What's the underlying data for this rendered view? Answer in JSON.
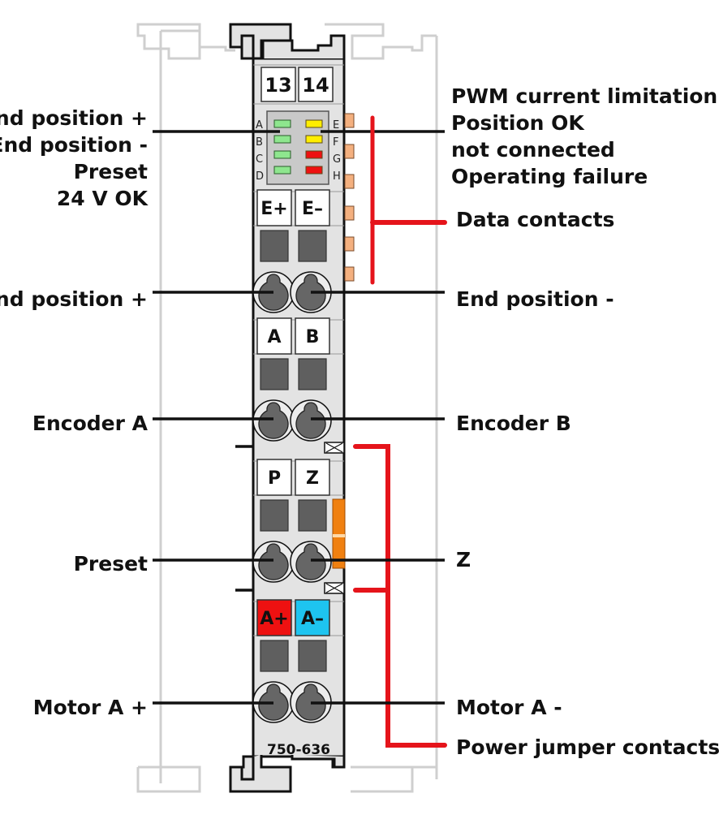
{
  "module": {
    "part_number": "750-636",
    "top_numbers": [
      "13",
      "14"
    ],
    "led_letters_left": [
      "A",
      "B",
      "C",
      "D"
    ],
    "led_letters_right": [
      "E",
      "F",
      "G",
      "H"
    ],
    "led_colors_left": [
      "#8ee68e",
      "#8ee68e",
      "#8ee68e",
      "#8ee68e"
    ],
    "led_colors_right": [
      "#ffee00",
      "#ffee00",
      "#ee1111",
      "#ee1111"
    ],
    "terminals": [
      {
        "left_tag": "E+",
        "right_tag": "E–",
        "left_color": "#ffffff",
        "right_color": "#ffffff"
      },
      {
        "left_tag": "A",
        "right_tag": "B",
        "left_color": "#ffffff",
        "right_color": "#ffffff"
      },
      {
        "left_tag": "P",
        "right_tag": "Z",
        "left_color": "#ffffff",
        "right_color": "#ffffff"
      },
      {
        "left_tag": "A+",
        "right_tag": "A–",
        "left_color": "#ee1111",
        "right_color": "#1ec4f0"
      }
    ]
  },
  "labels_left": {
    "led_group": [
      "End position +",
      "End position -",
      "Preset",
      "24 V OK"
    ],
    "terminal_1": "End position +",
    "terminal_2": "Encoder A",
    "terminal_3": "Preset",
    "terminal_4": "Motor A +"
  },
  "labels_right": {
    "led_group": [
      "PWM current limitation",
      "Position OK",
      "not connected",
      "Operating failure"
    ],
    "data_contacts": "Data contacts",
    "terminal_1": "End position -",
    "terminal_2": "Encoder B",
    "terminal_3": "Z",
    "terminal_4": "Motor A -",
    "power_jumper": "Power jumper contacts"
  },
  "colors": {
    "accent_red": "#e5141b",
    "contact_orange": "#f4b07f",
    "power_jumper_orange": "#f08010"
  }
}
